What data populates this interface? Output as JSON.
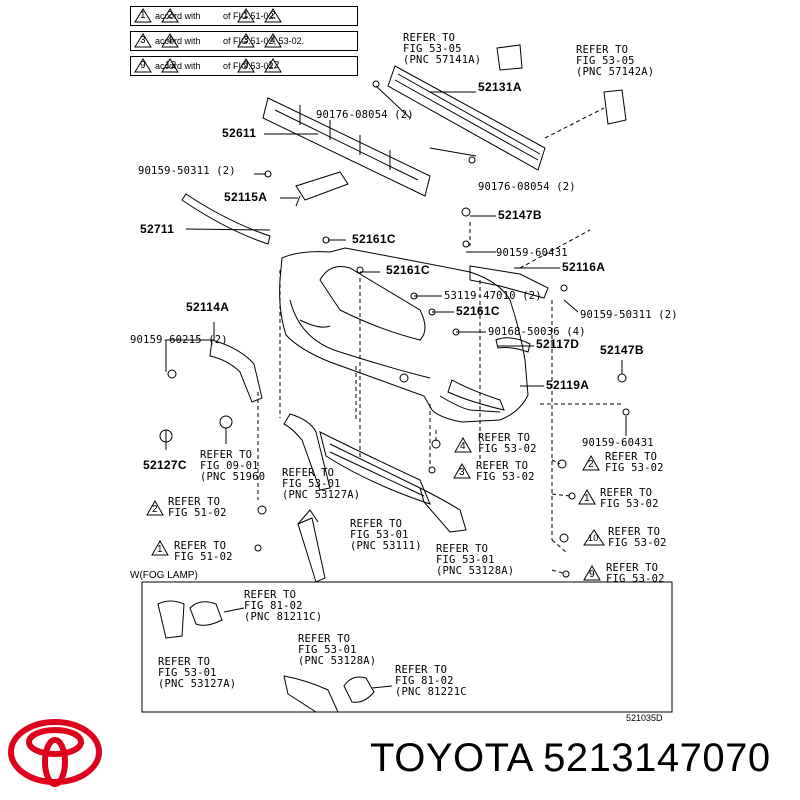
{
  "notes": [
    {
      "a": "1",
      "b": "2",
      "mid": "accord with",
      "c": "1",
      "d": "2",
      "tail": "of FIG.51-02."
    },
    {
      "a": "3",
      "b": "4",
      "mid": "accord with",
      "c": "3",
      "d": "4",
      "tail": "of FIG.51-02, 53-02."
    },
    {
      "a": "9",
      "b": "12",
      "mid": "accord with",
      "c": "9",
      "d": "12",
      "tail": "of FIG.53-02."
    }
  ],
  "part_numbers": {
    "p52131A": "52131A",
    "p52611": "52611",
    "p52115A": "52115A",
    "p52711": "52711",
    "p52147B_top": "52147B",
    "p52161C_a": "52161C",
    "p52161C_b": "52161C",
    "p52161C_c": "52161C",
    "p52116A": "52116A",
    "p52114A": "52114A",
    "p52117D": "52117D",
    "p52147B_right": "52147B",
    "p52119A": "52119A",
    "p52127C": "52127C"
  },
  "fasteners": {
    "f1": "90176-08054 (2)",
    "f2": "90159-50311 (2)",
    "f3": "90176-08054 (2)",
    "f4": "90159-60431",
    "f5": "53119-47010 (2)",
    "f6": "90159-50311 (2)",
    "f7": "90168-50036 (4)",
    "f8": "90159-60215 (2)",
    "f9": "90159-60431"
  },
  "refs": {
    "r1": {
      "l1": "REFER TO",
      "l2": "FIG 53-05",
      "l3": "(PNC 57141A)"
    },
    "r2": {
      "l1": "REFER TO",
      "l2": "FIG 53-05",
      "l3": "(PNC 57142A)"
    },
    "r3": {
      "l1": "REFER TO",
      "l2": "FIG 09-01",
      "l3": "(PNC 51960"
    },
    "r4": {
      "l1": "REFER TO",
      "l2": "FIG 53-01",
      "l3": "(PNC 53127A)"
    },
    "r5": {
      "l1": "REFER TO",
      "l2": "FIG 51-02"
    },
    "r6": {
      "l1": "REFER TO",
      "l2": "FIG 51-02"
    },
    "r7": {
      "l1": "REFER TO",
      "l2": "FIG 53-01",
      "l3": "(PNC 53111)"
    },
    "r8": {
      "l1": "REFER TO",
      "l2": "FIG 53-01",
      "l3": "(PNC 53128A)"
    },
    "r9": {
      "l1": "REFER TO",
      "l2": "FIG 53-02"
    },
    "r10": {
      "l1": "REFER TO",
      "l2": "FIG 53-02"
    },
    "r11": {
      "l1": "REFER TO",
      "l2": "FIG 53-02"
    },
    "r12": {
      "l1": "REFER TO",
      "l2": "FIG 53-02"
    },
    "r13": {
      "l1": "REFER TO",
      "l2": "FIG 53-02"
    },
    "r14": {
      "l1": "REFER TO",
      "l2": "FIG 53-02"
    },
    "fog1": {
      "l1": "REFER TO",
      "l2": "FIG 81-02",
      "l3": "(PNC 81211C)"
    },
    "fog2": {
      "l1": "REFER TO",
      "l2": "FIG 53-01",
      "l3": "(PNC 53127A)"
    },
    "fog3": {
      "l1": "REFER TO",
      "l2": "FIG 53-01",
      "l3": "(PNC 53128A)"
    },
    "fog4": {
      "l1": "REFER TO",
      "l2": "FIG 81-02",
      "l3": "(PNC 81221C"
    }
  },
  "tri_marks": {
    "t2": "2",
    "t1": "1",
    "t4": "4",
    "t3": "3",
    "t2r": "2",
    "t1r": "1",
    "t10": "10",
    "t9": "9"
  },
  "fog_label": "W(FOG LAMP)",
  "diagram_code": "521035D",
  "brand_text": "TOYOTA 5213147070",
  "colors": {
    "logo": "#e0001b",
    "line": "#000000"
  }
}
